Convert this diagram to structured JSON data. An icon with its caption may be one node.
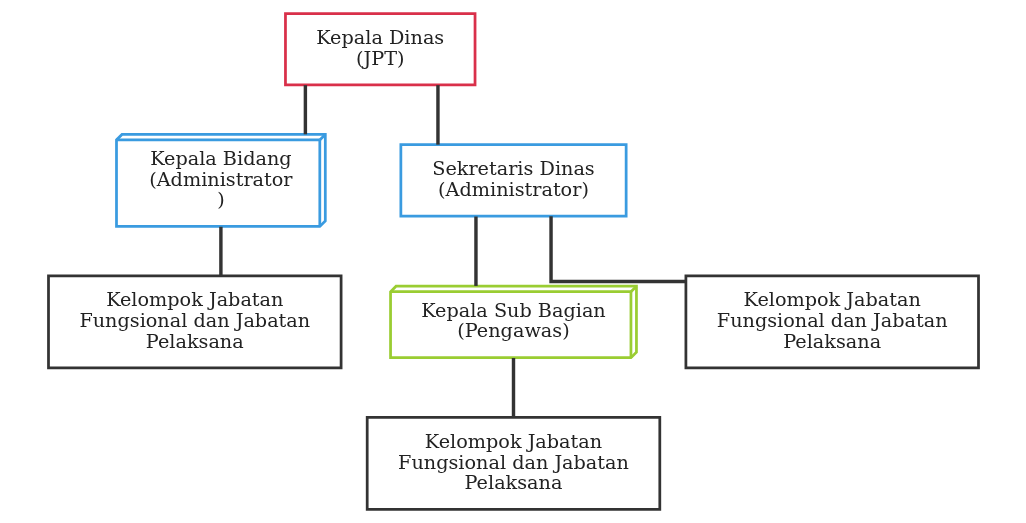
{
  "diagram": {
    "nodes": [
      {
        "text": [
          "Kepala Dinas (JPT)"
        ]
      },
      {
        "text": [
          "Kepala Bidang (Administrator)"
        ]
      },
      {
        "text": [
          "Sekretaris Dinas (Administrator)"
        ]
      },
      {
        "text": [
          "Kelompok Jabatan Fungsional dan Jabatan Pelaksana"
        ]
      },
      {
        "text": [
          "Kepala Sub Bagian (Pengawas)"
        ]
      },
      {
        "text": [
          "Kelompok Jabatan Fungsional dan Jabatan Pelaksana"
        ]
      },
      {
        "text": [
          "Kelompok Jabatan Fungsional dan Jabatan Pelaksana"
        ]
      }
    ],
    "edges": [
      {
        "from": 0,
        "to": 1,
        "arrow": "none"
      },
      {
        "from": 0,
        "to": 2,
        "arrow": "none"
      },
      {
        "from": 1,
        "to": 3,
        "arrow": "none"
      },
      {
        "from": 2,
        "to": 4,
        "arrow": "none"
      },
      {
        "from": 2,
        "to": 5,
        "arrow": "none"
      },
      {
        "from": 4,
        "to": 6,
        "arrow": "none"
      }
    ]
  }
}
